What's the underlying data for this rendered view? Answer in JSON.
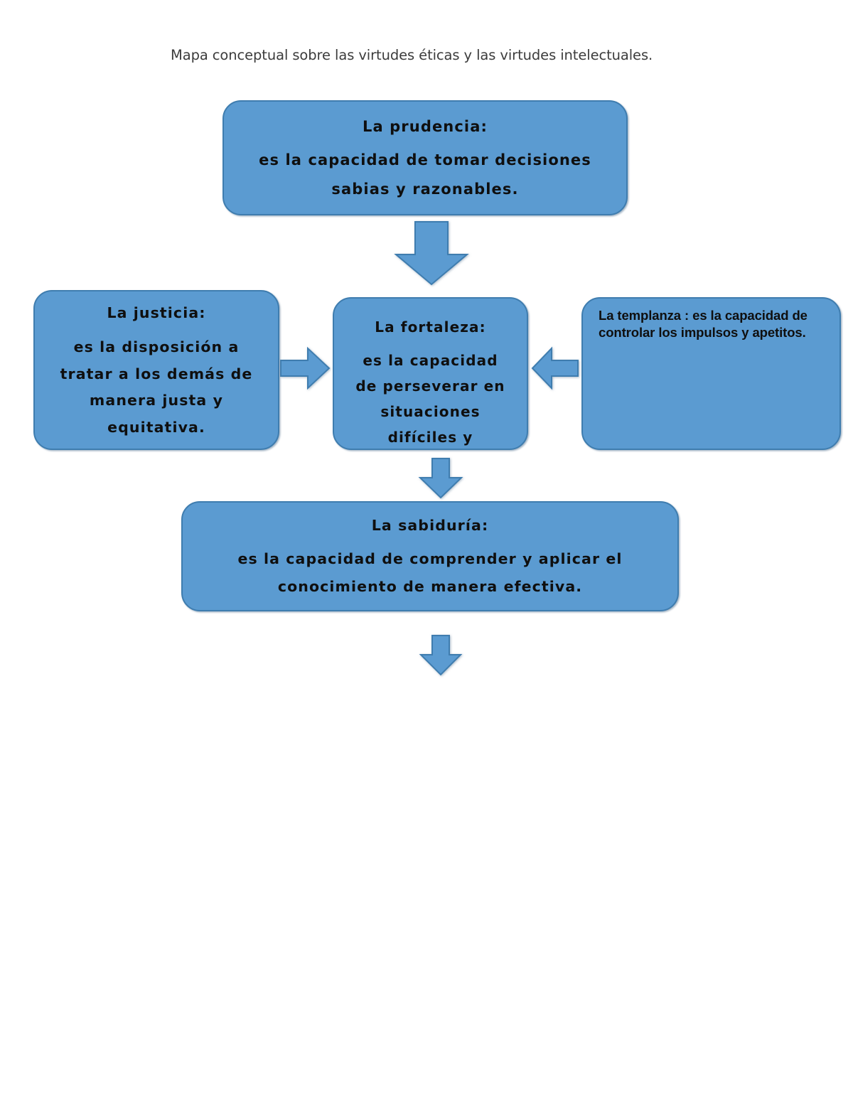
{
  "caption": "Mapa conceptual sobre las virtudes éticas y las virtudes intelectuales.",
  "theme": {
    "node_fill": "#5B9BD1",
    "node_border": "#3F7DAF",
    "text_color": "#0F0F0F",
    "caption_color": "#3C3C3C",
    "page_background": "#FFFFFF"
  },
  "nodes": {
    "prudencia": {
      "title": "La prudencia:",
      "body_1": "es la capacidad de tomar decisiones",
      "body_2": "sabias y razonables."
    },
    "justicia": {
      "title": "La justicia:",
      "body_1": "es la disposición a",
      "body_2": "tratar a los demás de",
      "body_3": "manera justa y",
      "body_4": "equitativa."
    },
    "fortaleza": {
      "title": "La fortaleza:",
      "body_1": "es la capacidad",
      "body_2": "de perseverar en",
      "body_3": "situaciones",
      "body_4": "difíciles y"
    },
    "templanza": {
      "line_1": "La templanza : es la capacidad de",
      "line_2": "controlar los impulsos y apetitos."
    },
    "sabiduria": {
      "title": "La sabiduría:",
      "body_1": "es la capacidad de comprender y aplicar el",
      "body_2": "conocimiento de manera efectiva."
    }
  },
  "arrows": [
    {
      "name": "prudencia-to-fortaleza",
      "direction": "down"
    },
    {
      "name": "justicia-to-fortaleza",
      "direction": "right"
    },
    {
      "name": "templanza-to-fortaleza",
      "direction": "left"
    },
    {
      "name": "fortaleza-to-sabiduria",
      "direction": "down"
    },
    {
      "name": "sabiduria-outgoing",
      "direction": "down"
    }
  ]
}
